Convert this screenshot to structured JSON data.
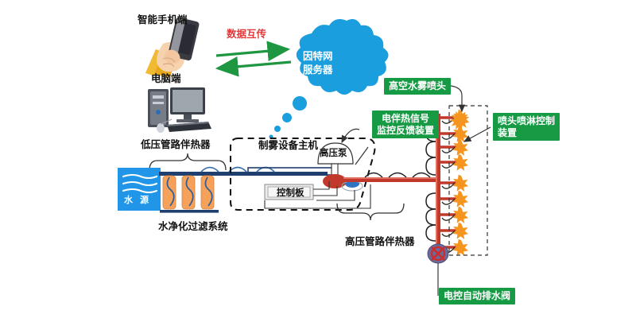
{
  "diagram": {
    "title_present": false,
    "background": "#ffffff",
    "colors": {
      "green_label_bg": "#169b44",
      "green_label_text": "#ffffff",
      "arrow_green": "#1f9641",
      "red_text": "#e23a3a",
      "cloud_blue": "#1a9edd",
      "water_source_blue": "#2196e8",
      "hot_pipe_red": "#c0392b",
      "cold_pipe_blue": "#1f3f6e",
      "nozzle_orange": "#f5941f",
      "filter_orange": "#f5a15a",
      "pump_red": "#c0392b",
      "valve_blue": "#2f74c0",
      "drain_valve_purple": "#6b6b9a",
      "dashed_outline": "#222222",
      "control_board_fill": "#ececec"
    }
  },
  "nodes": {
    "phone_label": "智能手机端",
    "pc_label": "电脑端",
    "cloud_line1": "因特网",
    "cloud_line2": "服务器",
    "data_exchange": "数据互传",
    "low_pressure_heater": "低压管路伴热器",
    "water_source": "水 源",
    "water_filter_system": "水净化过滤系统",
    "mist_host": "制雾设备主机",
    "high_pressure_pump": "高压泵",
    "control_board": "控制板",
    "high_pressure_heater": "高压管路伴热器",
    "high_altitude_nozzle": "高空水雾喷头",
    "heat_trace_monitor_line1": "电伴热信号",
    "heat_trace_monitor_line2": "监控反馈装置",
    "nozzle_spray_control_line1": "喷头喷淋控制",
    "nozzle_spray_control_line2": "装置",
    "auto_drain_valve": "电控自动排水阀"
  },
  "counts": {
    "nozzles": 9,
    "filter_cylinders": 3,
    "cloud_trail_dots": 4,
    "arrows": 2
  },
  "nozzle_positions_y": [
    148,
    168,
    185,
    204,
    230,
    250,
    270,
    290,
    311
  ],
  "filter_positions_x": [
    213,
    237,
    261
  ]
}
